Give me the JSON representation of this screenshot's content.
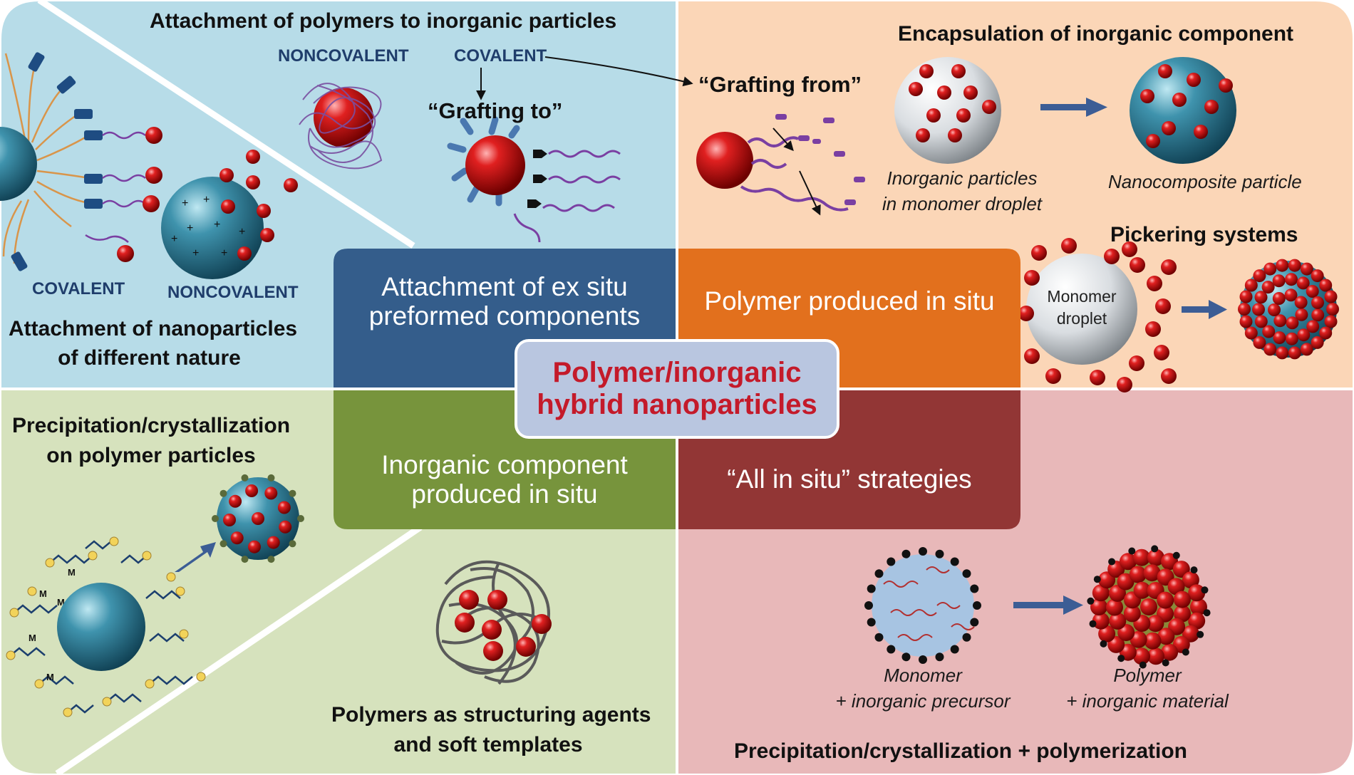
{
  "center": {
    "title": "Polymer/inorganic hybrid nanoparticles"
  },
  "quadrants": {
    "top_left": "Attachment of ex situ preformed components",
    "top_right": "Polymer produced in situ",
    "bottom_left": "Inorganic component produced in situ",
    "bottom_right": "“All in situ” strategies"
  },
  "panels": {
    "polymer_attachment": {
      "title": "Attachment of polymers to inorganic particles",
      "noncovalent": "NONCOVALENT",
      "covalent": "COVALENT",
      "grafting_to": "“Grafting to”"
    },
    "nanoparticle_attachment": {
      "covalent": "COVALENT",
      "noncovalent": "NONCOVALENT",
      "title_line1": "Attachment of nanoparticles",
      "title_line2": "of different nature"
    },
    "encapsulation": {
      "title": "Encapsulation of inorganic component",
      "grafting_from": "“Grafting from”",
      "inorganic_line1": "Inorganic particles",
      "inorganic_line2": "in monomer droplet",
      "nanocomposite": "Nanocomposite particle"
    },
    "pickering": {
      "title": "Pickering systems",
      "droplet_line1": "Monomer",
      "droplet_line2": "droplet"
    },
    "precipitation": {
      "title_line1": "Precipitation/crystallization",
      "title_line2": "on polymer particles"
    },
    "structuring": {
      "title_line1": "Polymers as structuring agents",
      "title_line2": "and soft templates"
    },
    "all_in_situ": {
      "monomer_line1": "Monomer",
      "monomer_line2": "+ inorganic precursor",
      "polymer_line1": "Polymer",
      "polymer_line2": "+ inorganic material",
      "title": "Precipitation/crystallization + polymerization"
    }
  },
  "colors": {
    "panel_blue": "#b7dce8",
    "panel_peach": "#fbd6b7",
    "panel_green": "#d6e2bd",
    "panel_pink": "#e8b8b9",
    "cell_blue": "#345d8b",
    "cell_orange": "#e2701d",
    "cell_green": "#77943c",
    "cell_red": "#923635",
    "center_fill": "#b9c6e0",
    "center_text": "#c41a2a"
  }
}
